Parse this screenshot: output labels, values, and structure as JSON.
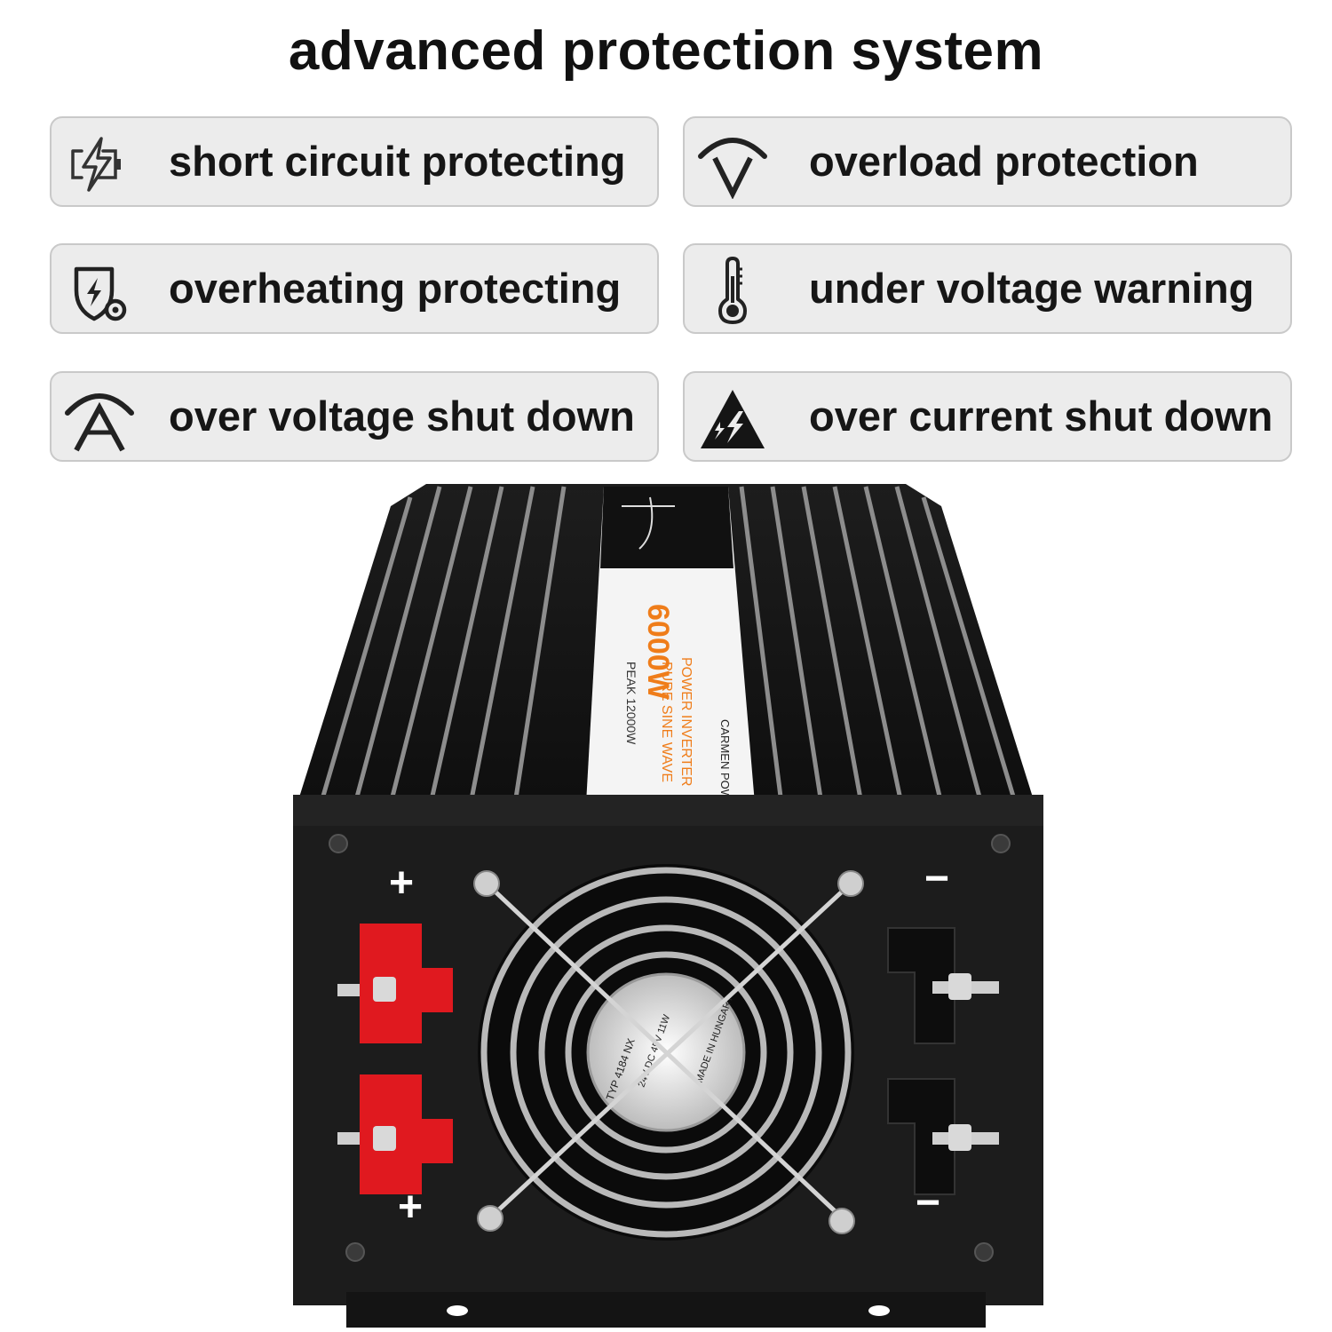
{
  "headline": "advanced protection system",
  "features": [
    {
      "label": "short circuit protecting",
      "icon": "battery-lightning-icon"
    },
    {
      "label": "overload protection",
      "icon": "gauge-v-icon"
    },
    {
      "label": "overheating protecting",
      "icon": "shield-lightning-icon"
    },
    {
      "label": "under voltage warning",
      "icon": "thermometer-icon"
    },
    {
      "label": "over voltage shut down",
      "icon": "gauge-a-icon"
    },
    {
      "label": "over current shut down",
      "icon": "high-voltage-warning-icon"
    }
  ],
  "product": {
    "label_power": "6000W",
    "label_line1": "POWER INVERTER",
    "label_line2": "PURE SINE WAVE",
    "label_peak": "PEAK 12000W",
    "label_brand": "CARMEN POWER",
    "terminal_plus": "+",
    "terminal_minus": "−",
    "fan_label_1": "TYP 4184 NX",
    "fan_label_2": "24V DC 45V 11W",
    "fan_label_3": "MADE IN HUNGARY",
    "colors": {
      "terminal_positive": "#e0191f",
      "terminal_negative": "#1a1a1a",
      "label_accent": "#ef7d1a",
      "chassis": "#1c1c1c"
    }
  }
}
